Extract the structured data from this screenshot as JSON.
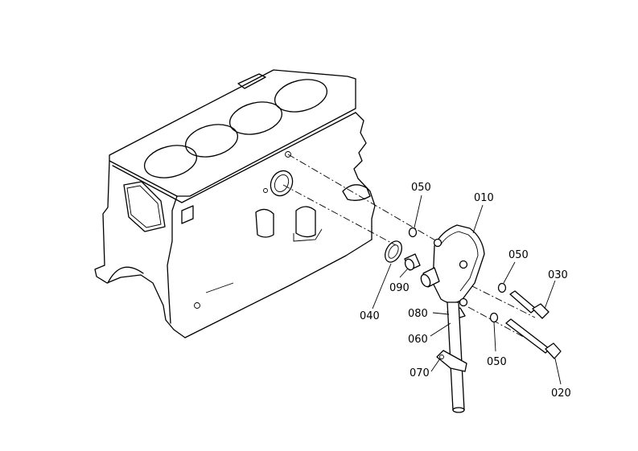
{
  "colors": {
    "line": "#000000",
    "background": "#ffffff"
  },
  "labels": {
    "p010": "010",
    "p020": "020",
    "p030": "030",
    "p040": "040",
    "p050a": "050",
    "p050b": "050",
    "p050c": "050",
    "p060": "060",
    "p070": "070",
    "p080": "080",
    "p090": "090"
  }
}
